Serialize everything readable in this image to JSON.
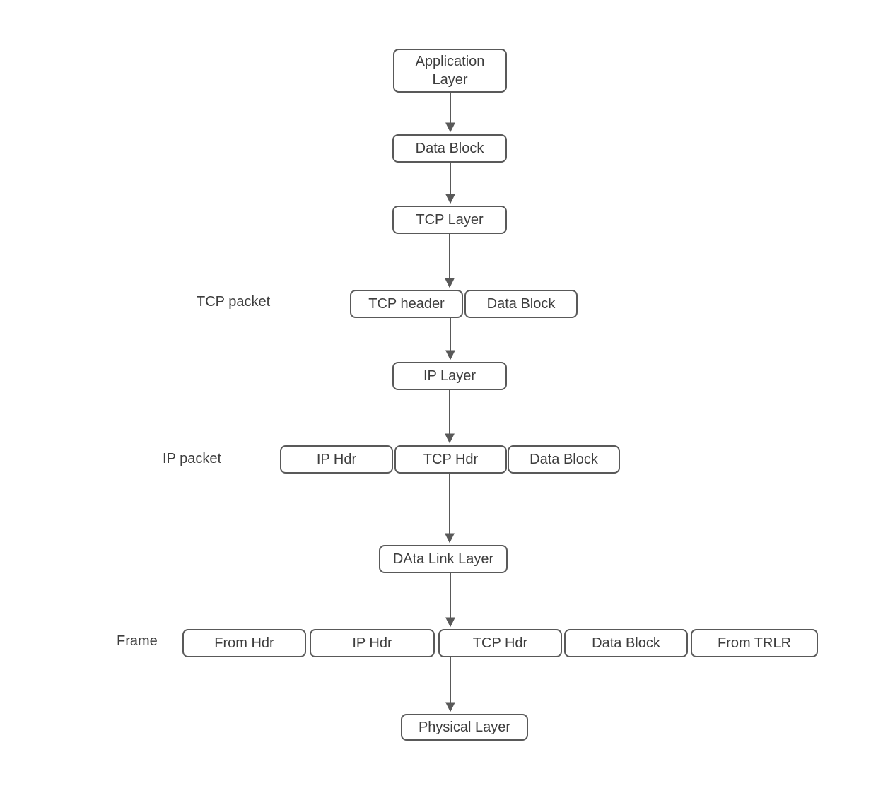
{
  "diagram": {
    "description": "TCP/IP encapsulation flow diagram",
    "colors": {
      "background": "#ffffff",
      "node_fill": "#ffffff",
      "node_border": "#595959",
      "text": "#3d3d3d",
      "arrow": "#595959"
    },
    "nodes": {
      "application_layer": {
        "label": "Application Layer"
      },
      "data_block_top": {
        "label": "Data Block"
      },
      "tcp_layer": {
        "label": "TCP Layer"
      },
      "tcp_header": {
        "label": "TCP header"
      },
      "tcp_data_block": {
        "label": "Data Block"
      },
      "ip_layer": {
        "label": "IP Layer"
      },
      "ip_hdr": {
        "label": "IP Hdr"
      },
      "ip_tcp_hdr": {
        "label": "TCP Hdr"
      },
      "ip_data_block": {
        "label": "Data Block"
      },
      "data_link_layer": {
        "label": "DAta Link Layer"
      },
      "frame_from_hdr": {
        "label": "From Hdr"
      },
      "frame_ip_hdr": {
        "label": "IP Hdr"
      },
      "frame_tcp_hdr": {
        "label": "TCP Hdr"
      },
      "frame_data_block": {
        "label": "Data Block"
      },
      "frame_from_trlr": {
        "label": "From TRLR"
      },
      "physical_layer": {
        "label": "Physical Layer"
      }
    },
    "row_labels": {
      "tcp_packet": "TCP packet",
      "ip_packet": "IP packet",
      "frame": "Frame"
    },
    "edges": [
      {
        "from": "application_layer",
        "to": "data_block_top"
      },
      {
        "from": "data_block_top",
        "to": "tcp_layer"
      },
      {
        "from": "tcp_layer",
        "to": "tcp_header"
      },
      {
        "from": "tcp_header",
        "to": "ip_layer"
      },
      {
        "from": "ip_layer",
        "to": "ip_tcp_hdr"
      },
      {
        "from": "ip_tcp_hdr",
        "to": "data_link_layer"
      },
      {
        "from": "data_link_layer",
        "to": "frame_tcp_hdr"
      },
      {
        "from": "frame_tcp_hdr",
        "to": "physical_layer"
      }
    ]
  }
}
